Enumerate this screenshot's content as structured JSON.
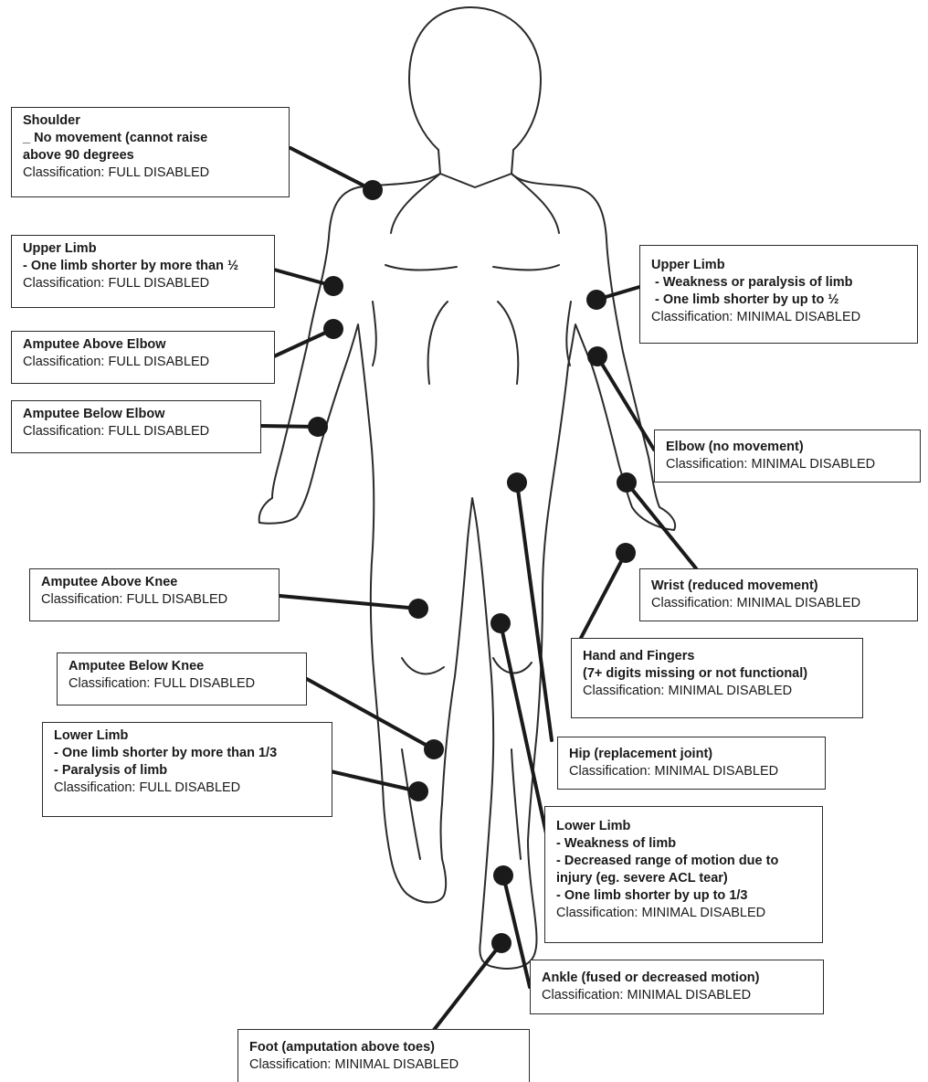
{
  "labels": {
    "shoulder": {
      "title": "Shoulder",
      "details": [
        "_ No movement (cannot raise",
        "above 90 degrees"
      ],
      "classification_prefix": "Classification:",
      "classification": "FULL DISABLED"
    },
    "upper_limb_left": {
      "title": "Upper Limb",
      "details": [
        "- One limb shorter by more than ½"
      ],
      "classification_prefix": "Classification:",
      "classification": "FULL DISABLED"
    },
    "amputee_above_elbow": {
      "title": "Amputee Above Elbow",
      "details": [],
      "classification_prefix": "Classification:",
      "classification": "FULL DISABLED"
    },
    "amputee_below_elbow": {
      "title": "Amputee Below Elbow",
      "details": [],
      "classification_prefix": "Classification:",
      "classification": "FULL DISABLED"
    },
    "amputee_above_knee": {
      "title": "Amputee Above Knee",
      "details": [],
      "classification_prefix": "Classification:",
      "classification": "FULL DISABLED"
    },
    "amputee_below_knee": {
      "title": "Amputee Below Knee",
      "details": [],
      "classification_prefix": "Classification:",
      "classification": "FULL DISABLED"
    },
    "lower_limb_left": {
      "title": "Lower Limb",
      "details": [
        "- One limb shorter by more than 1/3",
        "- Paralysis of limb"
      ],
      "classification_prefix": "Classification:",
      "classification": "FULL DISABLED"
    },
    "upper_limb_right": {
      "title": "Upper Limb",
      "details": [
        " - Weakness or paralysis of limb",
        " - One limb shorter by up to ½"
      ],
      "classification_prefix": "Classification:",
      "classification": "MINIMAL DISABLED"
    },
    "elbow": {
      "title": "Elbow (no movement)",
      "details": [],
      "classification_prefix": "Classification:",
      "classification": "MINIMAL DISABLED"
    },
    "wrist": {
      "title": "Wrist (reduced movement)",
      "details": [],
      "classification_prefix": "Classification:",
      "classification": "MINIMAL DISABLED"
    },
    "hand_fingers": {
      "title": "Hand and Fingers",
      "details": [
        "(7+ digits missing or not functional)"
      ],
      "classification_prefix": "Classification:",
      "classification": "MINIMAL DISABLED"
    },
    "hip": {
      "title": "Hip (replacement joint)",
      "details": [],
      "classification_prefix": "Classification:",
      "classification": "MINIMAL DISABLED"
    },
    "lower_limb_right": {
      "title": "Lower Limb",
      "details": [
        "- Weakness of limb",
        "- Decreased range of motion due to",
        "injury (eg. severe ACL tear)",
        "- One limb shorter by up to 1/3"
      ],
      "classification_prefix": "Classification:",
      "classification": "MINIMAL DISABLED"
    },
    "ankle": {
      "title": "Ankle (fused or decreased motion)",
      "details": [],
      "classification_prefix": "Classification:",
      "classification": "MINIMAL DISABLED"
    },
    "foot": {
      "title": "Foot (amputation above toes)",
      "details": [],
      "classification_prefix": "Classification:",
      "classification": "MINIMAL DISABLED"
    }
  }
}
